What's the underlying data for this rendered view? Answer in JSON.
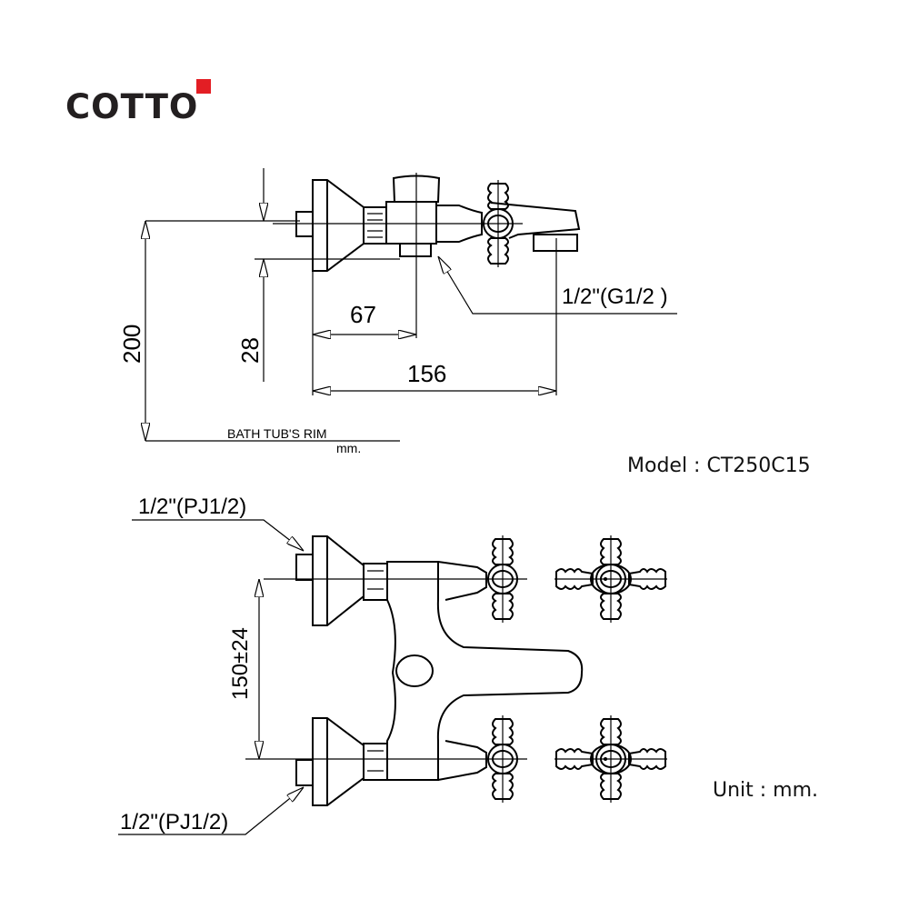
{
  "brand": {
    "name": "COTTO",
    "accent_color": "#e31e24"
  },
  "model_label": "Model : CT250C15",
  "unit_label": "Unit : mm.",
  "side_view": {
    "dim_height": "200",
    "dim_offset": "28",
    "dim_inlet": "67",
    "dim_spout": "156",
    "rim_label": "BATH TUB'S RIM",
    "rim_unit": "mm.",
    "outlet_thread": "1/2\"(G1/2 )"
  },
  "top_view": {
    "dim_centers": "150±24",
    "inlet_thread_top": "1/2\"(PJ1/2)",
    "inlet_thread_bottom": "1/2\"(PJ1/2)"
  }
}
